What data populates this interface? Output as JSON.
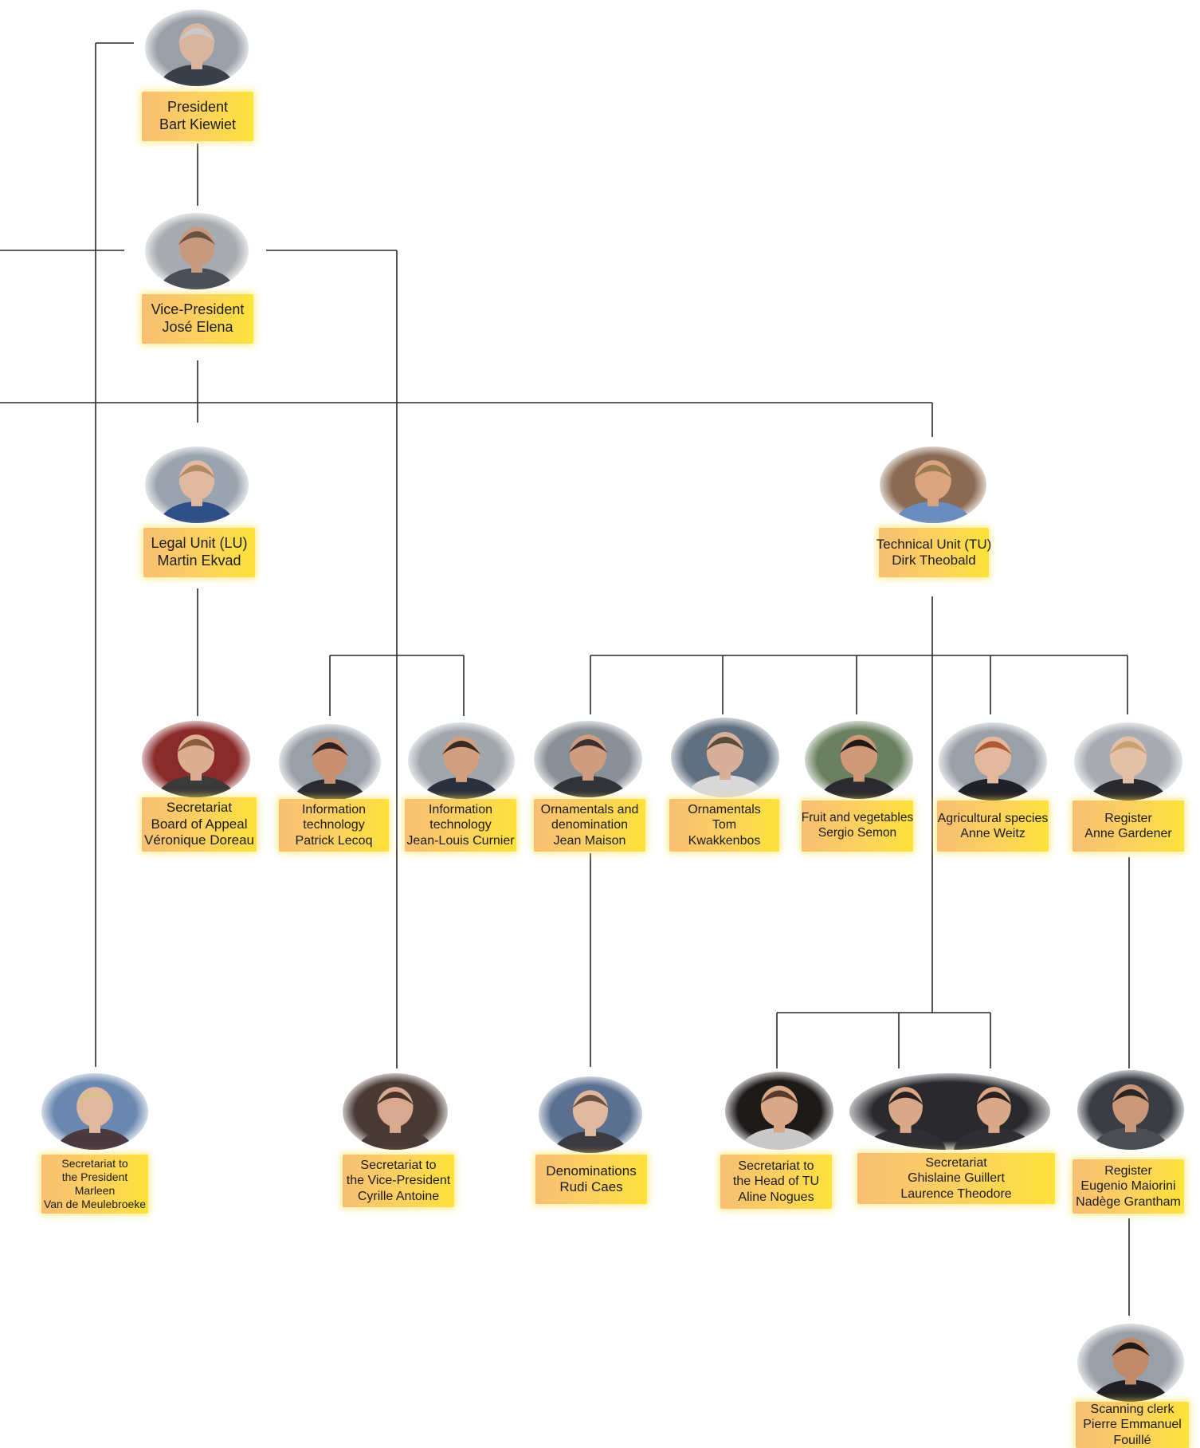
{
  "people": [
    {
      "id": "president",
      "lines": [
        "President",
        "Bart Kiewiet"
      ],
      "skin": "#d9b5a0",
      "hair": "#c9c9c9",
      "bg": "#9aa0a8",
      "suit": "#3a3f4a"
    },
    {
      "id": "vice-president",
      "lines": [
        "Vice-President",
        "José Elena"
      ],
      "skin": "#c79a80",
      "hair": "#6b5040",
      "bg": "#a8acb0",
      "suit": "#4a4f58"
    },
    {
      "id": "legal-unit",
      "lines": [
        "Legal Unit (LU)",
        "Martin Ekvad"
      ],
      "skin": "#e0b9a0",
      "hair": "#b08a60",
      "bg": "#9aa4ae",
      "suit": "#2f4f88"
    },
    {
      "id": "technical-unit",
      "lines": [
        "Technical Unit (TU)",
        "Dirk Theobald"
      ],
      "skin": "#d9a47e",
      "hair": "#9a7a50",
      "bg": "#8a6a52",
      "suit": "#6b8cc0"
    },
    {
      "id": "secretariat-board-of-appeal",
      "lines": [
        "Secretariat",
        "Board of Appeal",
        "Véronique Doreau"
      ],
      "skin": "#dcae92",
      "hair": "#8a5a3a",
      "bg": "#8a2a2a",
      "suit": "#3a3a3a"
    },
    {
      "id": "it-patrick-lecoq",
      "lines": [
        "Information",
        "technology",
        "Patrick Lecoq"
      ],
      "skin": "#c89070",
      "hair": "#2a2020",
      "bg": "#9aa0a8",
      "suit": "#2a2a30"
    },
    {
      "id": "it-jean-louis-curnier",
      "lines": [
        "Information",
        "technology",
        "Jean-Louis Curnier"
      ],
      "skin": "#d2a080",
      "hair": "#3a2a20",
      "bg": "#a0a6ac",
      "suit": "#2a3040"
    },
    {
      "id": "ornamentals-denomination",
      "lines": [
        "Ornamentals and",
        "denomination",
        "Jean Maison"
      ],
      "skin": "#cf9c80",
      "hair": "#3a3030",
      "bg": "#8a9098",
      "suit": "#303438"
    },
    {
      "id": "ornamentals-tom",
      "lines": [
        "Ornamentals",
        "Tom",
        "Kwakkenbos"
      ],
      "skin": "#d7b09a",
      "hair": "#5a4a3a",
      "bg": "#607080",
      "suit": "#d8d8d8"
    },
    {
      "id": "fruit-vegetables",
      "lines": [
        "Fruit and vegetables",
        "Sergio Semon"
      ],
      "skin": "#d09a78",
      "hair": "#1e1a18",
      "bg": "#6a8060",
      "suit": "#2a2a30"
    },
    {
      "id": "agricultural-species",
      "lines": [
        "Agricultural species",
        "Anne Weitz"
      ],
      "skin": "#e2b8a0",
      "hair": "#b05a30",
      "bg": "#9aa0a8",
      "suit": "#202028"
    },
    {
      "id": "register-anne",
      "lines": [
        "Register",
        "Anne Gardener"
      ],
      "skin": "#e4c0a6",
      "hair": "#c8a070",
      "bg": "#a8acb2",
      "suit": "#2a2a2e"
    },
    {
      "id": "secretariat-president",
      "lines": [
        "Secretariat to",
        "the President",
        "Marleen",
        "Van de Meulebroeke"
      ],
      "skin": "#e0b8a0",
      "hair": "#d8c08a",
      "bg": "#6a88b0",
      "suit": "#4a3a40"
    },
    {
      "id": "secretariat-vice-president",
      "lines": [
        "Secretariat to",
        "the Vice-President",
        "Cyrille Antoine"
      ],
      "skin": "#d8a890",
      "hair": "#4a3426",
      "bg": "#4a3a34",
      "suit": "#4a3a36"
    },
    {
      "id": "denominations",
      "lines": [
        "Denominations",
        "Rudi Caes"
      ],
      "skin": "#e0b8a0",
      "hair": "#6a5040",
      "bg": "#5a7090",
      "suit": "#3a3a40"
    },
    {
      "id": "secretariat-head-tu",
      "lines": [
        "Secretariat to",
        "the Head of TU",
        "Aline Nogues"
      ],
      "skin": "#d8a888",
      "hair": "#5a3a28",
      "bg": "#1e1a1a",
      "suit": "#c8c8c8"
    },
    {
      "id": "secretariat-tu",
      "lines": [
        "Secretariat",
        "Ghislaine Guillert",
        "Laurence Theodore"
      ],
      "skin": "#d8a888",
      "hair": "#2a2020",
      "bg": "#2a2a2e",
      "suit": "#303034"
    },
    {
      "id": "register-eugenio",
      "lines": [
        "Register",
        "Eugenio Maiorini",
        "Nadège Grantham"
      ],
      "skin": "#c89878",
      "hair": "#2a2422",
      "bg": "#3a3e44",
      "suit": "#4a4e54"
    },
    {
      "id": "scanning-clerk",
      "lines": [
        "Scanning clerk",
        "Pierre Emmanuel",
        "Fouillé"
      ],
      "skin": "#c08a68",
      "hair": "#1e1a18",
      "bg": "#9aa0a8",
      "suit": "#202024"
    }
  ]
}
